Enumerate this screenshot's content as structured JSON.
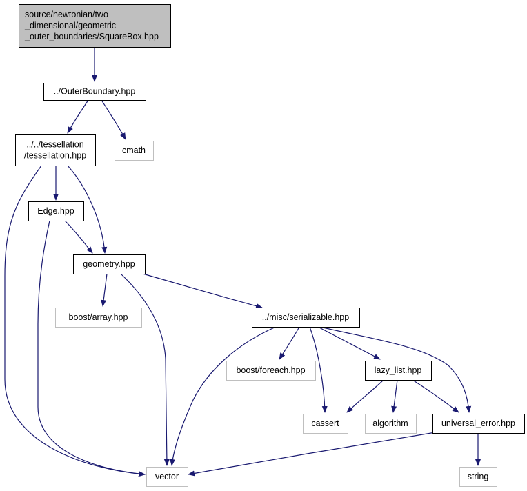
{
  "title": "source/newtonian/two_dimensional/geometric_outer_boundaries/SquareBox.hpp",
  "colors": {
    "root_fill": "#bfbfbf",
    "node_border": "#000000",
    "external_border": "#bfbfbf",
    "edge": "#191970"
  },
  "nodes": [
    {
      "id": "squarebox",
      "kind": "root",
      "lines": [
        "source/newtonian/two",
        "_dimensional/geometric",
        "_outer_boundaries/SquareBox.hpp"
      ]
    },
    {
      "id": "outerboundary",
      "kind": "internal",
      "lines": [
        "../OuterBoundary.hpp"
      ]
    },
    {
      "id": "cmath",
      "kind": "external",
      "lines": [
        "cmath"
      ]
    },
    {
      "id": "tessellation",
      "kind": "internal",
      "lines": [
        "../../tessellation",
        "/tessellation.hpp"
      ]
    },
    {
      "id": "edge",
      "kind": "internal",
      "lines": [
        "Edge.hpp"
      ]
    },
    {
      "id": "geometry",
      "kind": "internal",
      "lines": [
        "geometry.hpp"
      ]
    },
    {
      "id": "boostarray",
      "kind": "external",
      "lines": [
        "boost/array.hpp"
      ]
    },
    {
      "id": "serializable",
      "kind": "internal",
      "lines": [
        "../misc/serializable.hpp"
      ]
    },
    {
      "id": "boostforeach",
      "kind": "external",
      "lines": [
        "boost/foreach.hpp"
      ]
    },
    {
      "id": "lazylist",
      "kind": "internal",
      "lines": [
        "lazy_list.hpp"
      ]
    },
    {
      "id": "cassert",
      "kind": "external",
      "lines": [
        "cassert"
      ]
    },
    {
      "id": "algorithm",
      "kind": "external",
      "lines": [
        "algorithm"
      ]
    },
    {
      "id": "universalerror",
      "kind": "internal",
      "lines": [
        "universal_error.hpp"
      ]
    },
    {
      "id": "vector",
      "kind": "external",
      "lines": [
        "vector"
      ]
    },
    {
      "id": "string",
      "kind": "external",
      "lines": [
        "string"
      ]
    }
  ],
  "edges": [
    {
      "from": "squarebox",
      "to": "outerboundary"
    },
    {
      "from": "outerboundary",
      "to": "tessellation"
    },
    {
      "from": "outerboundary",
      "to": "cmath"
    },
    {
      "from": "tessellation",
      "to": "edge"
    },
    {
      "from": "tessellation",
      "to": "geometry"
    },
    {
      "from": "tessellation",
      "to": "vector"
    },
    {
      "from": "edge",
      "to": "geometry"
    },
    {
      "from": "edge",
      "to": "vector"
    },
    {
      "from": "geometry",
      "to": "boostarray"
    },
    {
      "from": "geometry",
      "to": "serializable"
    },
    {
      "from": "geometry",
      "to": "vector"
    },
    {
      "from": "serializable",
      "to": "boostforeach"
    },
    {
      "from": "serializable",
      "to": "lazylist"
    },
    {
      "from": "serializable",
      "to": "cassert"
    },
    {
      "from": "serializable",
      "to": "universalerror"
    },
    {
      "from": "serializable",
      "to": "vector"
    },
    {
      "from": "lazylist",
      "to": "cassert"
    },
    {
      "from": "lazylist",
      "to": "algorithm"
    },
    {
      "from": "lazylist",
      "to": "universalerror"
    },
    {
      "from": "universalerror",
      "to": "vector"
    },
    {
      "from": "universalerror",
      "to": "string"
    }
  ]
}
